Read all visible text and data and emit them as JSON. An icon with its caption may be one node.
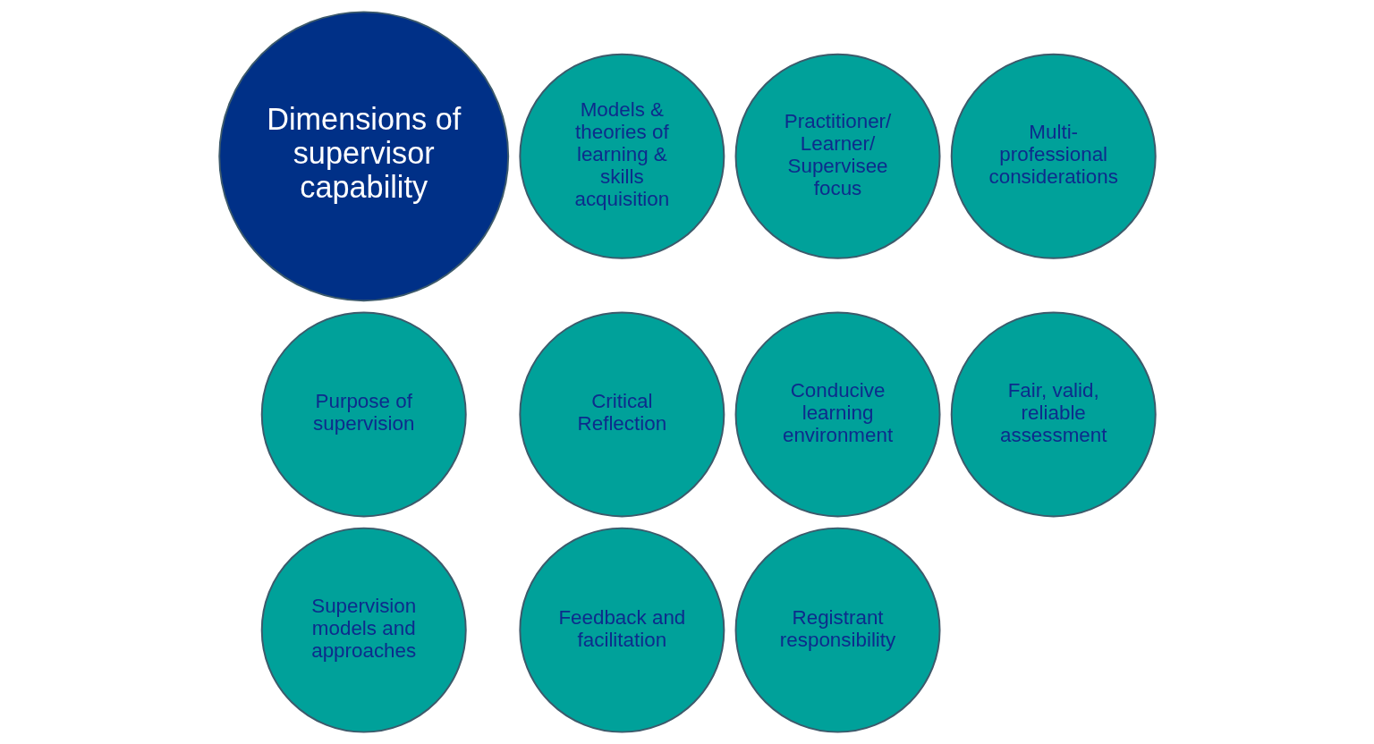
{
  "diagram": {
    "nodes": [
      {
        "text": [
          "Dimensions of supervisor capability"
        ]
      },
      {
        "text": [
          "Purpose of supervision"
        ]
      },
      {
        "text": [
          "Supervision models and approaches"
        ]
      },
      {
        "text": [
          "Models & theories of learning & skills acquisition"
        ]
      },
      {
        "text": [
          "Critical Reflection"
        ]
      },
      {
        "text": [
          "Feedback and facilitation"
        ]
      },
      {
        "text": [
          "Practitioner/ Learner/ Supervisee focus"
        ]
      },
      {
        "text": [
          "Conducive learning environment"
        ]
      },
      {
        "text": [
          "Registrant responsibility"
        ]
      },
      {
        "text": [
          "Multi-professional considerations"
        ]
      },
      {
        "text": [
          "Fair, valid, reliable assessment"
        ]
      }
    ]
  }
}
